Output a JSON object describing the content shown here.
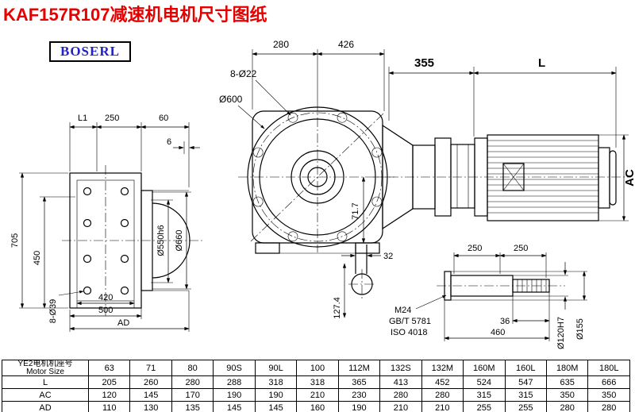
{
  "title": "KAF157R107减速机电机尺寸图纸",
  "logo": "BOSERL",
  "labels": {
    "front_top_dim_left": "280",
    "front_top_dim_right": "426",
    "front_bolt_note": "8-Ø22",
    "front_diameter": "Ø600",
    "front_offset": "71.7",
    "front_shaft_width": "32",
    "front_shaft_drop": "127.4",
    "motor_dim_left": "355",
    "motor_dim_right": "L",
    "motor_height": "AC",
    "left_top_l1": "L1",
    "left_top_250": "250",
    "left_top_60": "60",
    "left_step_6": "6",
    "left_height_705": "705",
    "left_height_450": "450",
    "left_d550": "Ø550h6",
    "left_d660": "Ø660",
    "left_bottom_420": "420",
    "left_bottom_500": "500",
    "left_bolt_note": "8-Ø39",
    "left_bottom_ad": "AD",
    "shaft_dim_250a": "250",
    "shaft_dim_250b": "250",
    "shaft_m24": "M24",
    "shaft_gbt": "GB/T 5781",
    "shaft_iso": "ISO 4018",
    "shaft_36": "36",
    "shaft_460": "460",
    "shaft_d120": "Ø120H7",
    "shaft_d155": "Ø155"
  },
  "table": {
    "header_line1": "YE2电机机座号",
    "header_line2": "Motor Size",
    "columns": [
      "63",
      "71",
      "80",
      "90S",
      "90L",
      "100",
      "112M",
      "132S",
      "132M",
      "160M",
      "160L",
      "180M",
      "180L"
    ],
    "rows": [
      {
        "label": "L",
        "values": [
          "205",
          "260",
          "280",
          "288",
          "318",
          "318",
          "365",
          "413",
          "452",
          "524",
          "547",
          "635",
          "666"
        ]
      },
      {
        "label": "AC",
        "values": [
          "120",
          "145",
          "170",
          "190",
          "190",
          "210",
          "230",
          "280",
          "280",
          "315",
          "315",
          "350",
          "350"
        ]
      },
      {
        "label": "AD",
        "values": [
          "110",
          "130",
          "135",
          "145",
          "145",
          "160",
          "190",
          "210",
          "210",
          "255",
          "255",
          "280",
          "280"
        ]
      }
    ]
  }
}
